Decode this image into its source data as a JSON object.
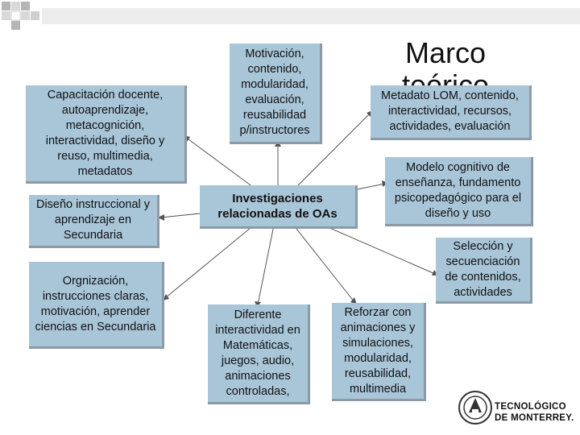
{
  "title": "Marco teórico",
  "center": "Investigaciones relacionadas de OAs",
  "nodes": {
    "motivacion": "Motivación, contenido, modularidad, evaluación, reusabilidad p/instructores",
    "capacitacion": "Capacitación docente, autoaprendizaje, metacognición, interactividad, diseño y reuso, multimedia, metadatos",
    "diseno": "Diseño instruccional y aprendizaje en Secundaria",
    "organizacion": "Orgnización, instrucciones claras, motivación, aprender ciencias en Secundaria",
    "diferente": "Diferente interactividad en Matemáticas, juegos, audio, animaciones controladas,",
    "reforzar": "Reforzar con animaciones y simulaciones, modularidad, reusabilidad, multimedia",
    "seleccion": "Selección y secuenciación de contenidos, actividades",
    "modelo": "Modelo cognitivo de enseñanza, fundamento psicopedagógico para el diseño y uso",
    "metadato": "Metadato LOM, contenido, interactividad, recursos, actividades, evaluación"
  },
  "logo": {
    "line1": "TECNOLÓGICO",
    "line2": "DE MONTERREY."
  },
  "colors": {
    "node_fill": "#a9c6d9",
    "node_shadow": "#8c9aa6",
    "line": "#555555",
    "topbar": "#ededed"
  }
}
